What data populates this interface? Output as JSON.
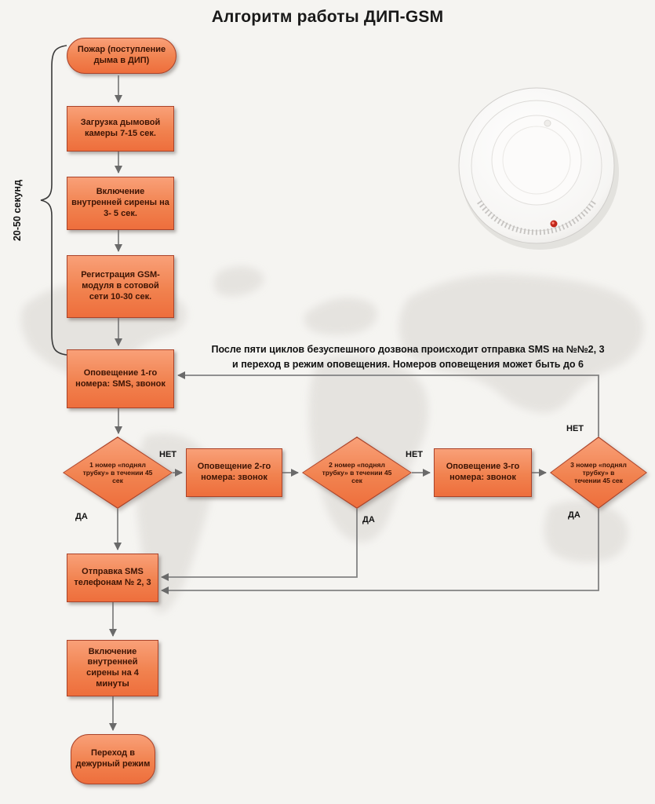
{
  "title": "Алгоритм работы ДИП-GSM",
  "brace_label": "20-50 секунд",
  "annotation": {
    "line1": "После пяти циклов безуспешного дозвона происходит отправка  SMS на №№2, 3",
    "line2": "и переход в режим оповещения. Номеров оповещения может быть до  6"
  },
  "nodes": {
    "start": "Пожар (поступление дыма в ДИП)",
    "load_chamber": "Загрузка дымовой камеры  7-15 сек.",
    "siren_3_5": "Включение внутренней сирены на 3- 5 сек.",
    "gsm_registration": "Регистрация GSM-модуля в сотовой сети 10-30 сек.",
    "notify_1": "Оповещение 1-го номера: SMS, звонок",
    "decision_1": "1 номер «поднял трубку» в течении 45 сек",
    "notify_2": "Оповещение 2-го номера:  звонок",
    "decision_2": "2 номер «поднял трубку» в течении 45 сек",
    "notify_3": "Оповещение 3-го номера: звонок",
    "decision_3": "3 номер «поднял трубку» в течении 45 сек",
    "send_sms": "Отправка SMS телефонам № 2, 3",
    "siren_4min": "Включение внутренней сирены на 4 минуты",
    "end": "Переход в дежурный режим"
  },
  "labels": {
    "yes": "ДА",
    "no": "НЕТ"
  },
  "colors": {
    "box_fill_top": "#f9a078",
    "box_fill_bottom": "#ee6e3c",
    "box_border": "#aa432a",
    "box_text": "#3c1404",
    "arrow": "#828282",
    "background": "#f5f4f1"
  }
}
